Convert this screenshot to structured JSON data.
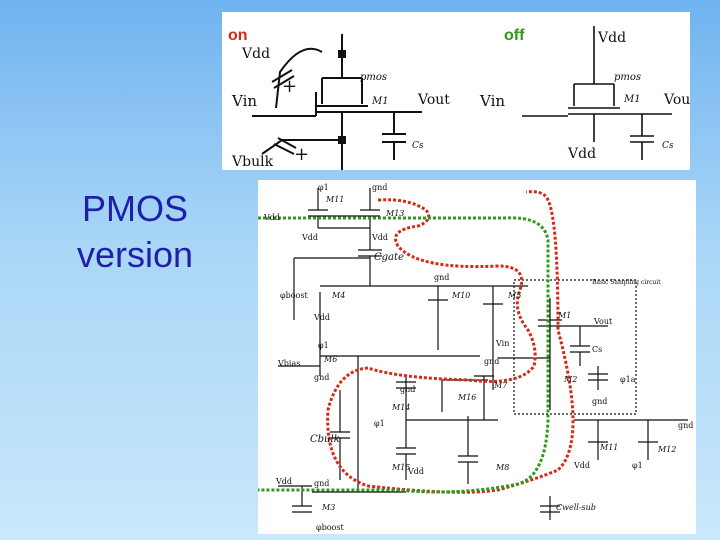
{
  "slide": {
    "title_line1": "PMOS",
    "title_line2": "version"
  },
  "top_diagram": {
    "left": {
      "state": "on",
      "vdd": "Vdd",
      "device": "pmos",
      "transistor": "M1",
      "vin": "Vin",
      "vout": "Vout",
      "vbulk": "Vbulk",
      "cap": "Cs",
      "plus1": "+",
      "plus2": "+"
    },
    "right": {
      "state": "off",
      "vdd_top": "Vdd",
      "device": "pmos",
      "transistor": "M1",
      "vin": "Vin",
      "vout": "Vout",
      "vdd_bottom": "Vdd",
      "cap": "Cs"
    },
    "state_colors": {
      "on": "#d42a1a",
      "off": "#2e9a1a"
    }
  },
  "bottom_diagram": {
    "labels": {
      "phi1_top": "φ1",
      "gnd_top": "gnd",
      "m11": "M11",
      "m13": "M13",
      "vdd_a": "Vdd",
      "vdd_b": "Vdd",
      "vdd_c": "Vdd",
      "cgate": "Cgate",
      "gnd_m10": "gnd",
      "phi_boost": "φboost",
      "m4": "M4",
      "m10": "M10",
      "m5": "M5",
      "vdd_m4": "Vdd",
      "basic_sampling": "Basic Sampling circuit",
      "m1": "M1",
      "vout": "Vout",
      "phi1_m6": "φ1",
      "vin": "Vin",
      "cs": "Cs",
      "vbias": "Vbias",
      "m6": "M6",
      "gnd_m6": "gnd",
      "gnd_m7": "gnd",
      "m7": "M7",
      "m2": "M2",
      "phi1a": "φ1a",
      "gnd_m14": "gnd",
      "m14": "M14",
      "m16": "M16",
      "gnd_m2": "gnd",
      "phi1_mid": "φ1",
      "cbulk": "Cbulk",
      "m15": "M15",
      "vdd_m15": "Vdd",
      "m8": "M8",
      "gnd_m11": "gnd",
      "m11r": "M11",
      "m12": "M12",
      "vdd_m11": "Vdd",
      "phi1_m12": "φ1",
      "vdd_m3": "Vdd",
      "gnd_m3": "gnd",
      "m3": "M3",
      "phi_boost2": "φboost",
      "cwell": "Cwell-sub"
    }
  }
}
